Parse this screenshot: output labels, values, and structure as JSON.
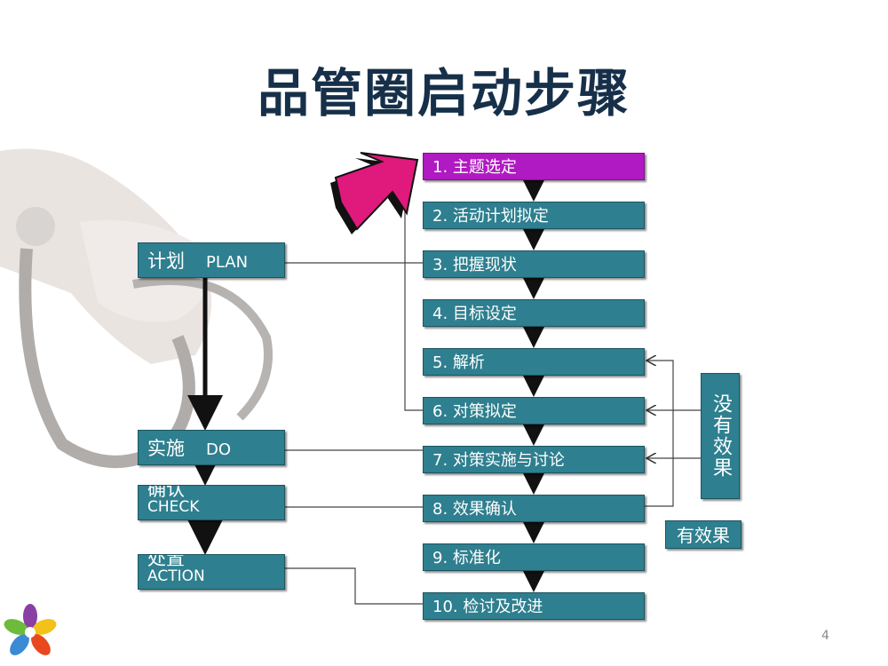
{
  "slide": {
    "title": "品管圈启动步骤",
    "page_number": "4"
  },
  "steps": [
    "1. 主题选定",
    "2. 活动计划拟定",
    "3. 把握现状",
    "4. 目标设定",
    "5. 解析",
    "6. 对策拟定",
    "7. 对策实施与讨论",
    "8. 效果确认",
    "9. 标准化",
    "10. 检讨及改进"
  ],
  "phases": {
    "plan": {
      "cn": "计划",
      "en": "PLAN"
    },
    "do": {
      "cn": "实施",
      "en": "DO"
    },
    "check": {
      "cn": "确认",
      "en": "CHECK"
    },
    "action": {
      "cn": "处置",
      "en": "ACTION"
    }
  },
  "feedback": {
    "not_effective": "没有效果",
    "effective": "有效果"
  },
  "colors": {
    "step_box": "#2e7f8f",
    "highlight_step": "#b01ac2",
    "pointer_arrow": "#e0197d",
    "title_text": "#17304a"
  }
}
